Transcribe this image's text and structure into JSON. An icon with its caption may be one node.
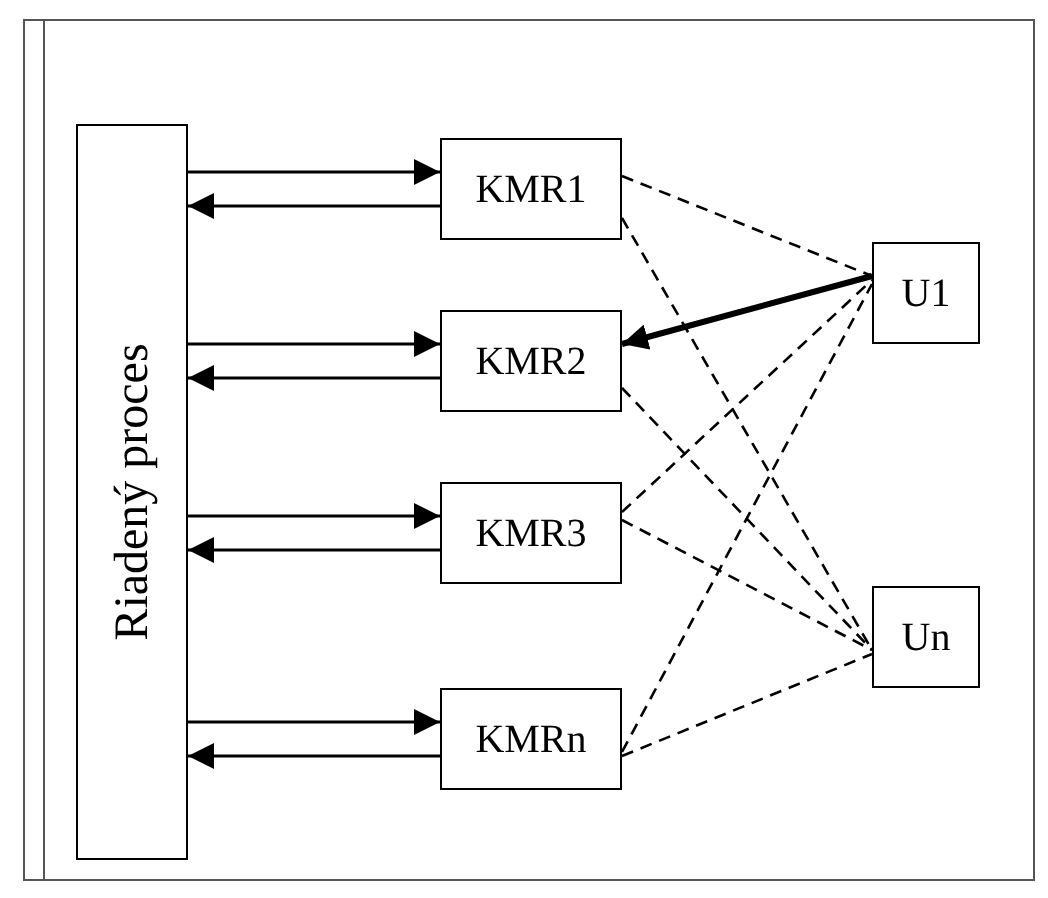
{
  "diagram": {
    "nodes": [
      {
        "text": [
          "Riadený proces"
        ]
      },
      {
        "text": [
          "KMR1"
        ]
      },
      {
        "text": [
          "KMR2"
        ]
      },
      {
        "text": [
          "KMR3"
        ]
      },
      {
        "text": [
          "KMRn"
        ]
      },
      {
        "text": [
          "U1"
        ]
      },
      {
        "text": [
          "Un"
        ]
      }
    ],
    "edges": [
      {
        "from": 0,
        "to": 1,
        "arrow": "to"
      },
      {
        "from": 1,
        "to": 0,
        "arrow": "to"
      },
      {
        "from": 0,
        "to": 2,
        "arrow": "to"
      },
      {
        "from": 2,
        "to": 0,
        "arrow": "to"
      },
      {
        "from": 0,
        "to": 3,
        "arrow": "to"
      },
      {
        "from": 3,
        "to": 0,
        "arrow": "to"
      },
      {
        "from": 0,
        "to": 4,
        "arrow": "to"
      },
      {
        "from": 4,
        "to": 0,
        "arrow": "to"
      },
      {
        "from": 1,
        "to": 5,
        "arrow": "none",
        "style": "dashed"
      },
      {
        "from": 1,
        "to": 6,
        "arrow": "none",
        "style": "dashed"
      },
      {
        "from": 5,
        "to": 2,
        "arrow": "to",
        "style": "thick"
      },
      {
        "from": 2,
        "to": 6,
        "arrow": "none",
        "style": "dashed"
      },
      {
        "from": 3,
        "to": 5,
        "arrow": "none",
        "style": "dashed"
      },
      {
        "from": 3,
        "to": 6,
        "arrow": "none",
        "style": "dashed"
      },
      {
        "from": 4,
        "to": 5,
        "arrow": "none",
        "style": "dashed"
      },
      {
        "from": 4,
        "to": 6,
        "arrow": "none",
        "style": "dashed"
      }
    ]
  }
}
